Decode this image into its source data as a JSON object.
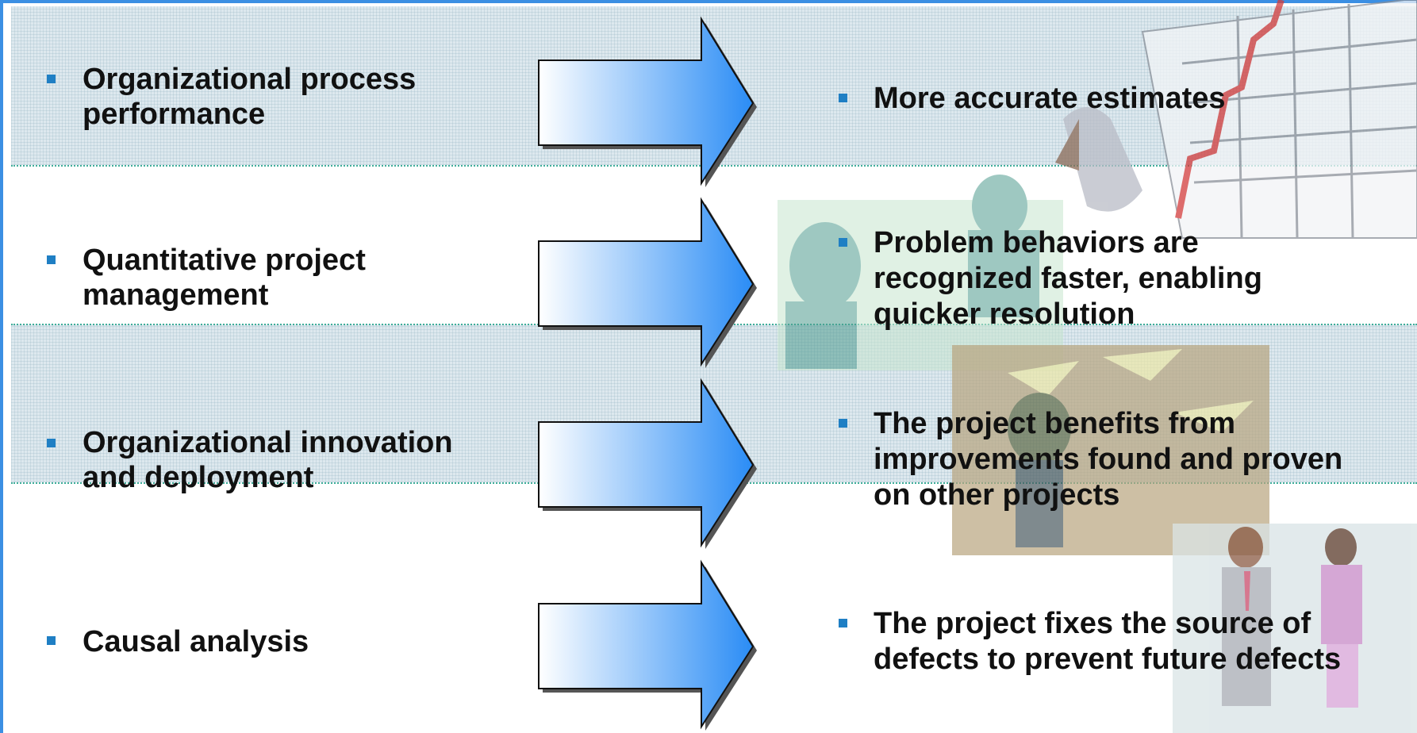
{
  "rows": [
    {
      "left": [
        "Organizational process",
        "performance"
      ],
      "right": [
        "More accurate estimates"
      ]
    },
    {
      "left": [
        "Quantitative project",
        "management"
      ],
      "right": [
        "Problem behaviors are",
        "recognized faster, enabling",
        "quicker resolution"
      ]
    },
    {
      "left": [
        "Organizational innovation",
        "and deployment"
      ],
      "right": [
        "The project benefits from",
        "improvements found and proven",
        "on other projects"
      ]
    },
    {
      "left": [
        "Causal analysis"
      ],
      "right": [
        "The project fixes the source of",
        "defects to prevent future defects"
      ]
    }
  ],
  "colors": {
    "border": "#3b8fe3",
    "bullet": "#1f7fc4",
    "arrow_start": "#ffffff",
    "arrow_end": "#2a8cf5",
    "band_shaded": "#dde8ee",
    "divider": "#3fae9a"
  },
  "icons": [
    "chart-clipart-icon",
    "meeting-clipart-icon",
    "office-clipart-icon",
    "people-clipart-icon"
  ]
}
